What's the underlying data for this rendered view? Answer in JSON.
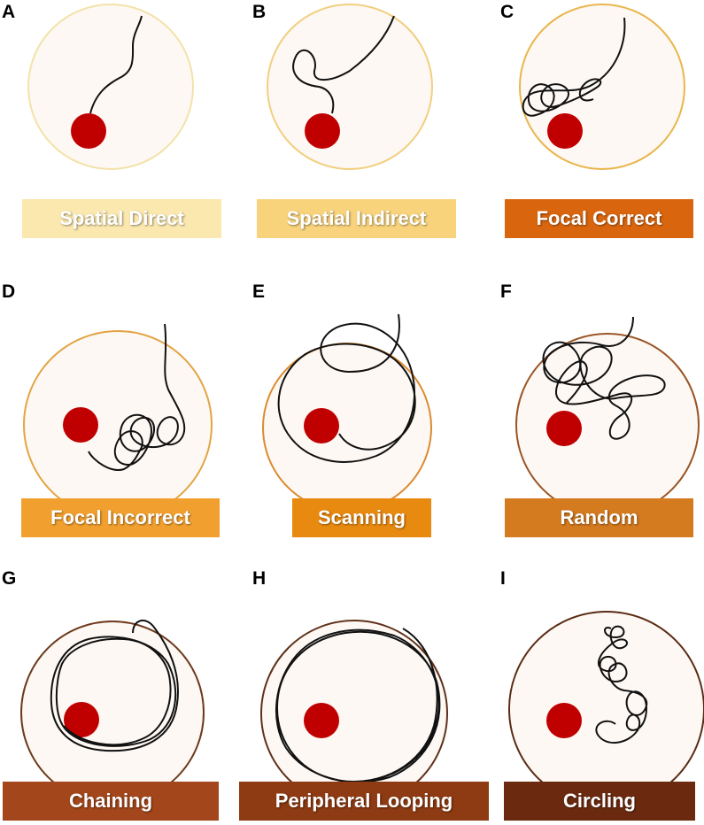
{
  "panels": [
    {
      "letter": "A",
      "label": "Spatial Direct",
      "ring_color": "#f3e2a9",
      "label_bg": "#fbe8ae"
    },
    {
      "letter": "B",
      "label": "Spatial Indirect",
      "ring_color": "#f1cf80",
      "label_bg": "#f8d37c"
    },
    {
      "letter": "C",
      "label": "Focal Correct",
      "ring_color": "#e9b64c",
      "label_bg": "#d9660f"
    },
    {
      "letter": "D",
      "label": "Focal Incorrect",
      "ring_color": "#e3a444",
      "label_bg": "#f1a02f"
    },
    {
      "letter": "E",
      "label": "Scanning",
      "ring_color": "#dc8a2f",
      "label_bg": "#e98a10"
    },
    {
      "letter": "F",
      "label": "Random",
      "ring_color": "#9a5525",
      "label_bg": "#d47a1f"
    },
    {
      "letter": "G",
      "label": "Chaining",
      "ring_color": "#6e3a1d",
      "label_bg": "#a3461b"
    },
    {
      "letter": "H",
      "label": "Peripheral Looping",
      "ring_color": "#60311a",
      "label_bg": "#8e3a12"
    },
    {
      "letter": "I",
      "label": "Circling",
      "ring_color": "#5a2b14",
      "label_bg": "#6b2a10"
    }
  ],
  "colors": {
    "arena_fill": "#fdf8f4",
    "platform": "#c00000",
    "path": "#111111"
  }
}
